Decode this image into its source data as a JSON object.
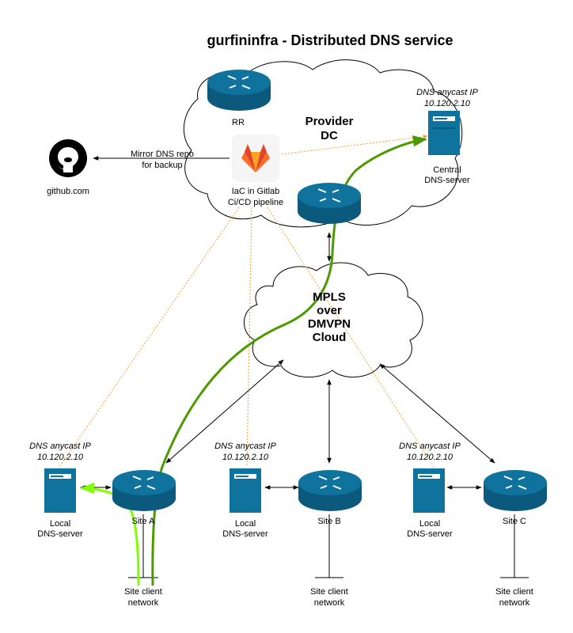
{
  "title": "gurfininfra - Distributed DNS service",
  "provider_dc": {
    "line1": "Provider",
    "line2": "DC"
  },
  "rr_label": "RR",
  "mpls_cloud": {
    "line1": "MPLS",
    "line2": "over",
    "line3": "DMVPN",
    "line4": "Cloud"
  },
  "central_server": {
    "anycast_label": "DNS anycast IP",
    "anycast_ip": "10.120.2.10",
    "name_line1": "Central",
    "name_line2": "DNS-server"
  },
  "gitlab": {
    "line1": "IaC in Gitlab",
    "line2": "Ci/CD pipeline",
    "icon": "gitlab-icon"
  },
  "mirror_label": {
    "line1": "Mirror DNS repo",
    "line2": "for backup"
  },
  "github": {
    "label": "github.com",
    "icon": "github-icon"
  },
  "sites": [
    {
      "name": "Site A",
      "anycast_label": "DNS anycast IP",
      "anycast_ip": "10.120.2.10",
      "server_line1": "Local",
      "server_line2": "DNS-server",
      "client_line1": "Site client",
      "client_line2": "network"
    },
    {
      "name": "Site B",
      "anycast_label": "DNS anycast IP",
      "anycast_ip": "10.120.2.10",
      "server_line1": "Local",
      "server_line2": "DNS-server",
      "client_line1": "Site client",
      "client_line2": "network"
    },
    {
      "name": "Site C",
      "anycast_label": "DNS anycast IP",
      "anycast_ip": "10.120.2.10",
      "server_line1": "Local",
      "server_line2": "DNS-server",
      "client_line1": "Site client",
      "client_line2": "network"
    }
  ],
  "colors": {
    "device": "#10739e",
    "device_dark": "#0b5a7d",
    "path_green": "#4d9900",
    "path_light_green": "#80ff00",
    "sync_dotted": "#f0a030",
    "gitlab_orange": "#e24329"
  }
}
